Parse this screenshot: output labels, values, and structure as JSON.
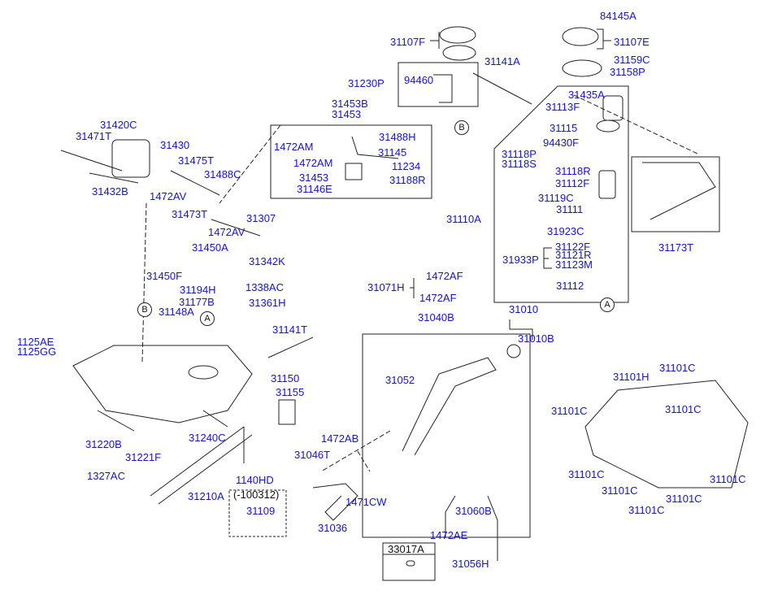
{
  "diagram": {
    "labels": {
      "p84145A": "84145A",
      "p31107F": "31107F",
      "p31107E": "31107E",
      "p31159C": "31159C",
      "p31158P": "31158P",
      "p31141A": "31141A",
      "p31230P": "31230P",
      "p94460": "94460",
      "p31453B": "31453B",
      "p31453a": "31453",
      "p31488H": "31488H",
      "p1472AM_1": "1472AM",
      "p31145": "31145",
      "p1472AM_2": "1472AM",
      "p11234": "11234",
      "p31453b": "31453",
      "p31188R": "31188R",
      "p31146E": "31146E",
      "p31420C": "31420C",
      "p31471T": "31471T",
      "p31430": "31430",
      "p31475T": "31475T",
      "p31488C": "31488C",
      "p31432B": "31432B",
      "p1472AV_1": "1472AV",
      "p31473T": "31473T",
      "p31307": "31307",
      "p1472AV_2": "1472AV",
      "p31450A": "31450A",
      "p31342K": "31342K",
      "p31450F": "31450F",
      "p31194H": "31194H",
      "p1338AC": "1338AC",
      "p31177B": "31177B",
      "p31361H": "31361H",
      "p31148A": "31148A",
      "p1125AE": "1125AE",
      "p1125GG": "1125GG",
      "p31141T": "31141T",
      "p31150": "31150",
      "p31155": "31155",
      "p31220B": "31220B",
      "p31221F": "31221F",
      "p31240C": "31240C",
      "p1327AC": "1327AC",
      "p31210A": "31210A",
      "p1140HD": "1140HD",
      "p100312": "(-100312)",
      "p31109": "31109",
      "p31435A": "31435A",
      "p31113F": "31113F",
      "p31115": "31115",
      "p94430F": "94430F",
      "p31118P": "31118P",
      "p31118S": "31118S",
      "p31118R": "31118R",
      "p31112F": "31112F",
      "p31119C": "31119C",
      "p31111": "31111",
      "p31110A": "31110A",
      "p31923C": "31923C",
      "p31122F": "31122F",
      "p31933P": "31933P",
      "p31121R": "31121R",
      "p31123M": "31123M",
      "p31112": "31112",
      "p31173T": "31173T",
      "p1472AF_1": "1472AF",
      "p31071H": "31071H",
      "p1472AF_2": "1472AF",
      "p31040B": "31040B",
      "p31010": "31010",
      "p31010B": "31010B",
      "p31052": "31052",
      "p1472AB": "1472AB",
      "p31046T": "31046T",
      "p1471CW": "1471CW",
      "p31036": "31036",
      "p31060B": "31060B",
      "p1472AE": "1472AE",
      "p33017A": "33017A",
      "p31056H": "31056H",
      "p31101H": "31101H",
      "p31101C_1": "31101C",
      "p31101C_2": "31101C",
      "p31101C_3": "31101C",
      "p31101C_4": "31101C",
      "p31101C_5": "31101C",
      "p31101C_6": "31101C",
      "p31101C_7": "31101C",
      "p31101C_8": "31101C"
    },
    "markers": {
      "b_top": "B",
      "a_bottom": "A",
      "b_tank": "B",
      "a_tank": "A"
    }
  },
  "colors": {
    "label": "#1414c8",
    "line": "#222222"
  }
}
